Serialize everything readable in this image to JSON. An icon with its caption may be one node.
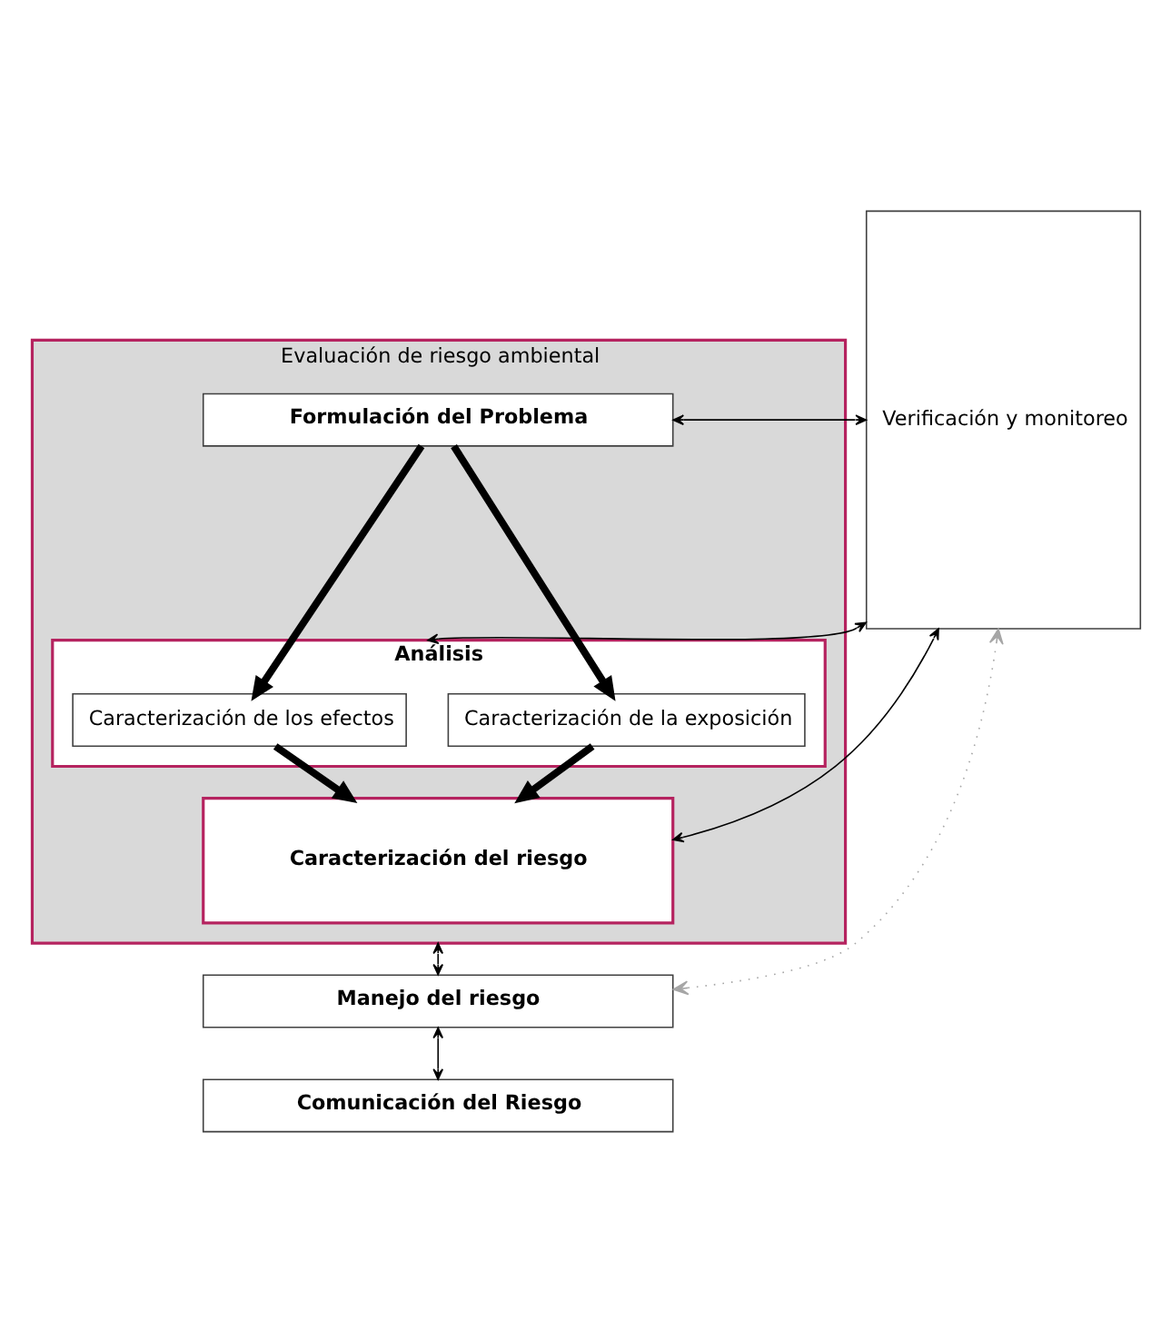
{
  "diagram": {
    "nodes": [
      {
        "text": [
          "Evaluación de riesgo ambiental"
        ]
      },
      {
        "text": [
          "Formulación del Problema"
        ],
        "in": 0
      },
      {
        "text": [
          "Análisis"
        ],
        "in": 0
      },
      {
        "text": [
          "Caracterización de la exposición"
        ],
        "in": 2
      },
      {
        "text": [
          "Caracterización de los efectos"
        ],
        "in": 2
      },
      {
        "text": [
          "Caracterización del riesgo"
        ],
        "in": 0
      },
      {
        "text": [
          "Verificación y monitoreo"
        ]
      },
      {
        "text": [
          "Manejo del riesgo"
        ]
      },
      {
        "text": [
          "Comunicación del Riesgo"
        ]
      }
    ],
    "edges": [
      {
        "from": 1,
        "to": 3,
        "arrow": "to",
        "style": "thick"
      },
      {
        "from": 1,
        "to": 4,
        "arrow": "to",
        "style": "thick"
      },
      {
        "from": 3,
        "to": 5,
        "arrow": "to",
        "style": "thick"
      },
      {
        "from": 4,
        "to": 5,
        "arrow": "to",
        "style": "thick"
      },
      {
        "from": 1,
        "to": 6,
        "arrow": "both"
      },
      {
        "from": 2,
        "to": 6,
        "arrow": "both"
      },
      {
        "from": 5,
        "to": 6,
        "arrow": "both"
      },
      {
        "from": 0,
        "to": 7,
        "arrow": "both"
      },
      {
        "from": 7,
        "to": 8,
        "arrow": "both"
      },
      {
        "from": 7,
        "to": 6,
        "arrow": "both",
        "style": "dashed",
        "color": "#a6a6a6"
      }
    ]
  }
}
